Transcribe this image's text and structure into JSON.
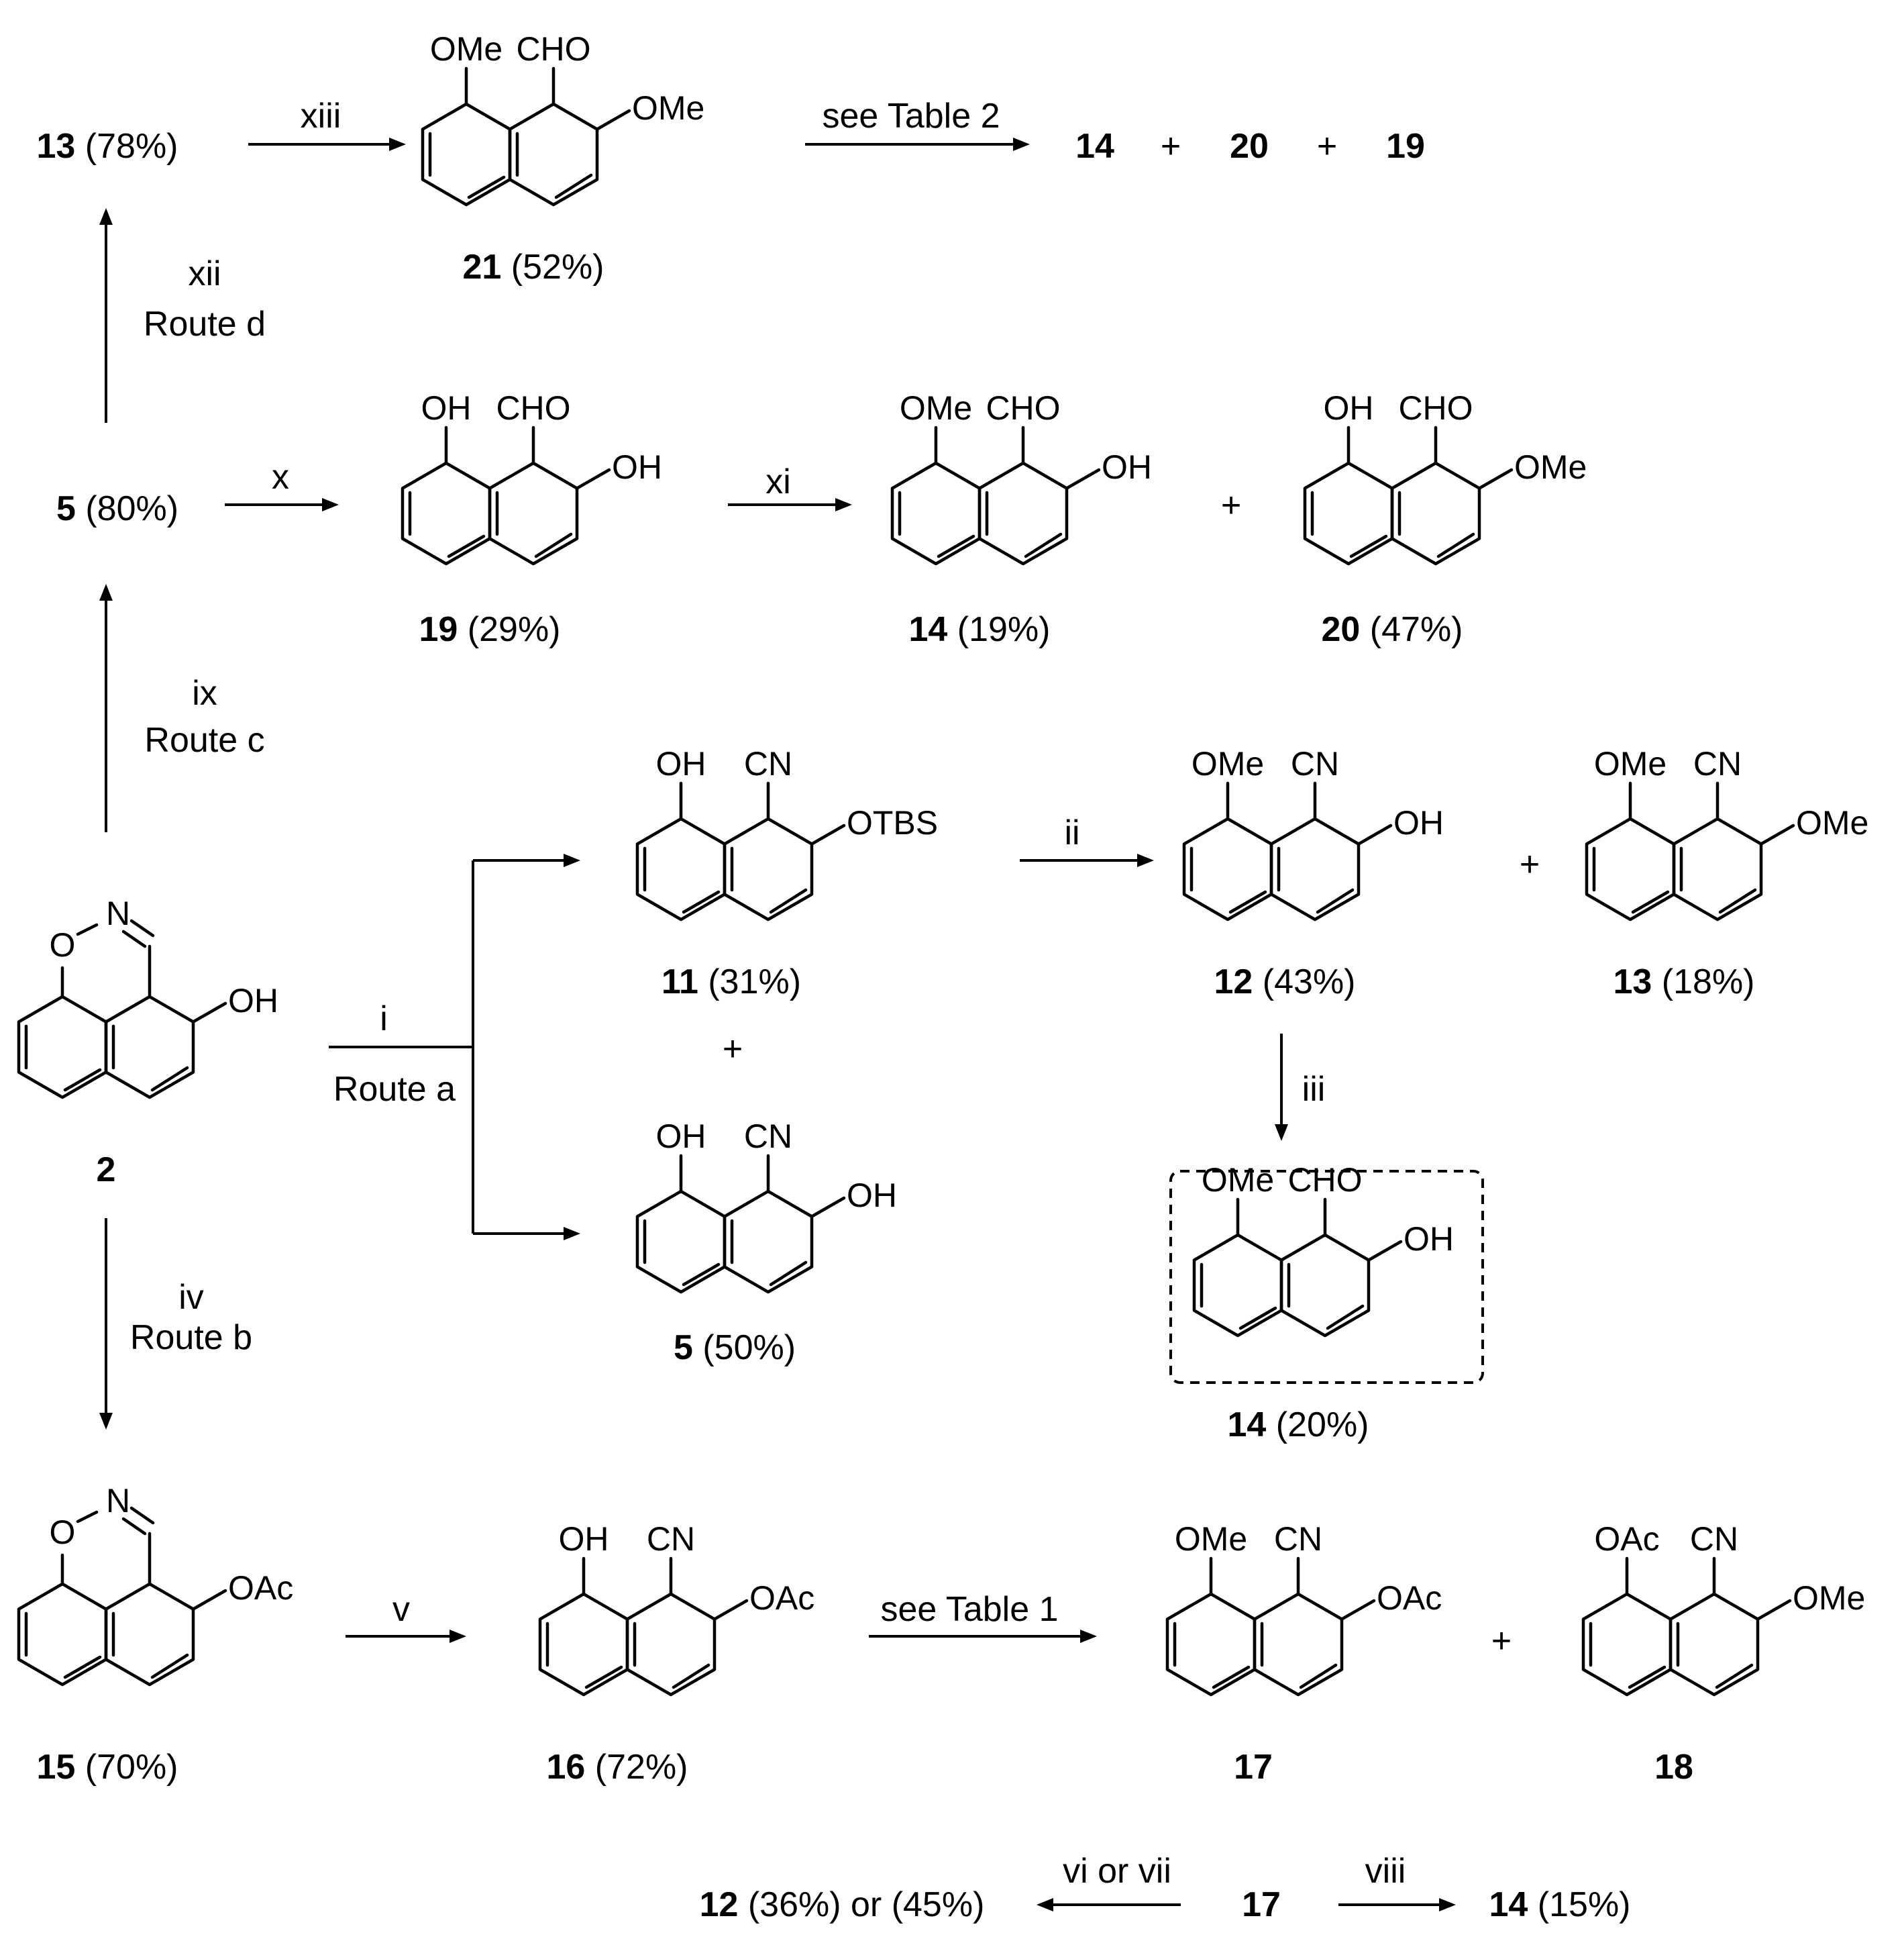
{
  "atoms": {
    "OMe": "OMe",
    "CHO": "CHO",
    "OH": "OH",
    "CN": "CN",
    "OTBS": "OTBS",
    "OAc": "OAc",
    "N": "N",
    "O": "O",
    "O_N": "O–N"
  },
  "labels": {
    "c13_top": {
      "num": "13",
      "yield": "(78%)"
    },
    "c21": {
      "num": "21",
      "yield": "(52%)"
    },
    "c5_mid": {
      "num": "5",
      "yield": "(80%)"
    },
    "c19": {
      "num": "19",
      "yield": "(29%)"
    },
    "c14_mid": {
      "num": "14",
      "yield": "(19%)"
    },
    "c20": {
      "num": "20",
      "yield": "(47%)"
    },
    "c11": {
      "num": "11",
      "yield": "(31%)"
    },
    "c12": {
      "num": "12",
      "yield": "(43%)"
    },
    "c13_right": {
      "num": "13",
      "yield": "(18%)"
    },
    "c2": {
      "num": "2",
      "yield": ""
    },
    "c5_low": {
      "num": "5",
      "yield": "(50%)"
    },
    "c14_box": {
      "num": "14",
      "yield": "(20%)"
    },
    "c15": {
      "num": "15",
      "yield": "(70%)"
    },
    "c16": {
      "num": "16",
      "yield": "(72%)"
    },
    "c17": {
      "num": "17",
      "yield": ""
    },
    "c18": {
      "num": "18",
      "yield": ""
    },
    "b12": {
      "num": "12",
      "yield": "(36%) or (45%)"
    },
    "b17": {
      "num": "17",
      "yield": ""
    },
    "b14": {
      "num": "14",
      "yield": "(15%)"
    }
  },
  "products_top": [
    "14",
    "+",
    "20",
    "+",
    "19"
  ],
  "plus": "+",
  "reagents": {
    "xiii": "xiii",
    "table2": "see Table 2",
    "xii": "xii",
    "route_d": "Route d",
    "x": "x",
    "xi": "xi",
    "ix": "ix",
    "route_c": "Route c",
    "i": "i",
    "route_a": "Route a",
    "ii": "ii",
    "iii": "iii",
    "iv": "iv",
    "route_b": "Route b",
    "v": "v",
    "table1": "see Table 1",
    "vi_vii": "vi or vii",
    "viii": "viii"
  }
}
